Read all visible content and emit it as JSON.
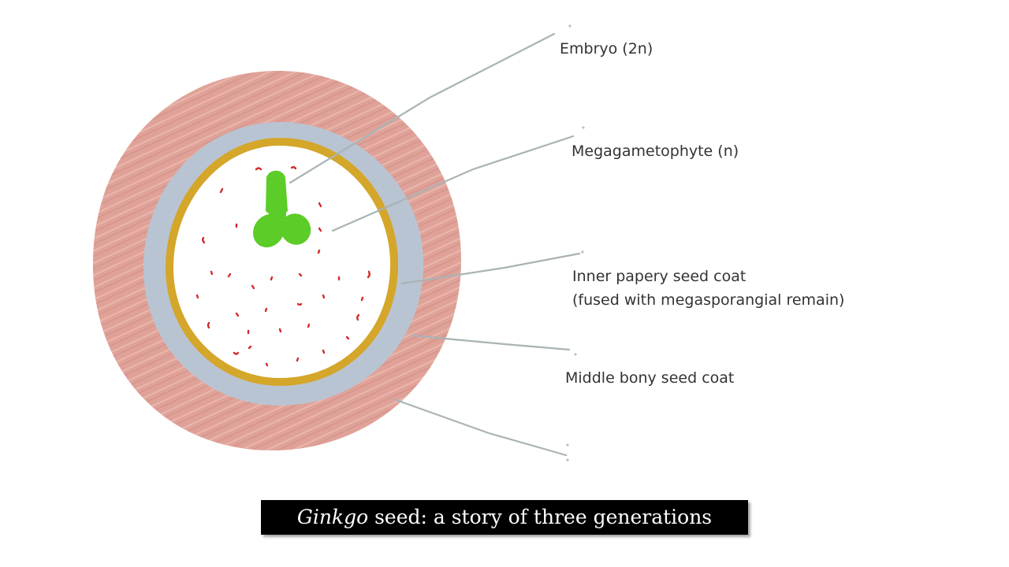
{
  "labels": {
    "embryo": "Embryo (2n)",
    "megagametophyte": "Megagametophyte (n)",
    "inner_coat_line1": "Inner papery seed coat",
    "inner_coat_line2": "(fused with megasporangial remain)",
    "middle_coat": "Middle bony seed coat"
  },
  "caption": {
    "genus": "Ginkgo",
    "rest": " seed: a story of three generations"
  },
  "colors": {
    "outer_coat": "#dd9a8f",
    "bony_coat": "#b9c4d3",
    "papery_coat": "#d4a62a",
    "embryo": "#5ccc28",
    "specks": "#d42a2a",
    "leader_lines": "#a9b3b5"
  }
}
